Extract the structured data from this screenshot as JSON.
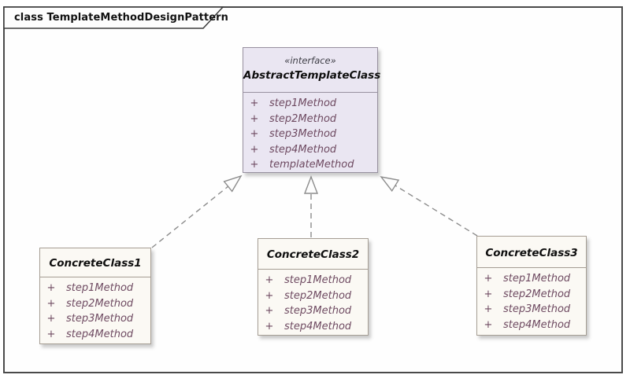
{
  "frame": {
    "title": "class TemplateMethodDesignPattern"
  },
  "interface": {
    "stereotype": "«interface»",
    "name": "AbstractTemplateClass",
    "methods": [
      {
        "visibility": "+",
        "name": "step1Method"
      },
      {
        "visibility": "+",
        "name": "step2Method"
      },
      {
        "visibility": "+",
        "name": "step3Method"
      },
      {
        "visibility": "+",
        "name": "step4Method"
      },
      {
        "visibility": "+",
        "name": "templateMethod"
      }
    ]
  },
  "classes": [
    {
      "name": "ConcreteClass1",
      "methods": [
        {
          "visibility": "+",
          "name": "step1Method"
        },
        {
          "visibility": "+",
          "name": "step2Method"
        },
        {
          "visibility": "+",
          "name": "step3Method"
        },
        {
          "visibility": "+",
          "name": "step4Method"
        }
      ]
    },
    {
      "name": "ConcreteClass2",
      "methods": [
        {
          "visibility": "+",
          "name": "step1Method"
        },
        {
          "visibility": "+",
          "name": "step2Method"
        },
        {
          "visibility": "+",
          "name": "step3Method"
        },
        {
          "visibility": "+",
          "name": "step4Method"
        }
      ]
    },
    {
      "name": "ConcreteClass3",
      "methods": [
        {
          "visibility": "+",
          "name": "step1Method"
        },
        {
          "visibility": "+",
          "name": "step2Method"
        },
        {
          "visibility": "+",
          "name": "step3Method"
        },
        {
          "visibility": "+",
          "name": "step4Method"
        }
      ]
    }
  ],
  "relations": [
    {
      "from": "ConcreteClass1",
      "to": "AbstractTemplateClass",
      "type": "realization"
    },
    {
      "from": "ConcreteClass2",
      "to": "AbstractTemplateClass",
      "type": "realization"
    },
    {
      "from": "ConcreteClass3",
      "to": "AbstractTemplateClass",
      "type": "realization"
    }
  ],
  "colors": {
    "interface_fill": "#eae6f2",
    "interface_border": "#97909f",
    "class_fill": "#fbf9f4",
    "class_border": "#a59d93",
    "method_text": "#6e4a61",
    "connector": "#8c8c8c",
    "frame_border": "#4a4a4a"
  }
}
